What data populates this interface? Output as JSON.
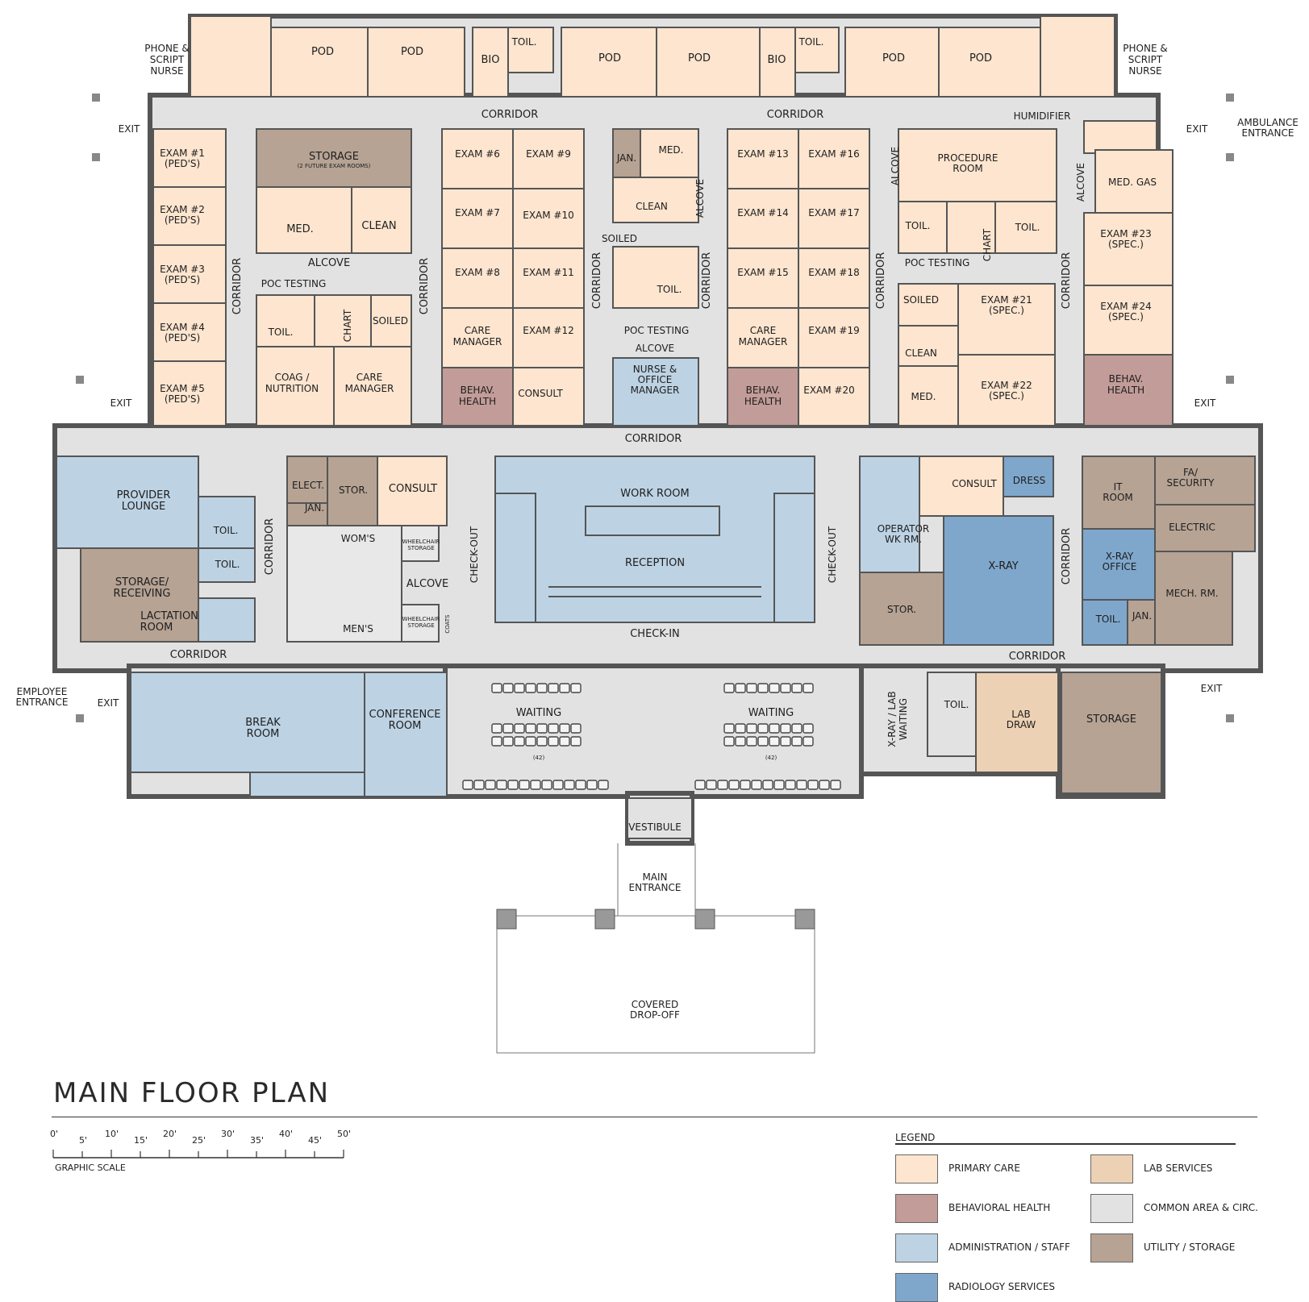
{
  "title": "MAIN FLOOR PLAN",
  "scale": {
    "label": "GRAPHIC SCALE",
    "ticks": [
      "0'",
      "5'",
      "10'",
      "15'",
      "20'",
      "25'",
      "30'",
      "35'",
      "40'",
      "45'",
      "50'"
    ]
  },
  "legend": {
    "title": "LEGEND",
    "items": [
      {
        "label": "PRIMARY CARE",
        "color": "#fde5cf"
      },
      {
        "label": "BEHAVIORAL HEALTH",
        "color": "#c29c98"
      },
      {
        "label": "ADMINISTRATION / STAFF",
        "color": "#bdd3e4"
      },
      {
        "label": "RADIOLOGY SERVICES",
        "color": "#7fa7cc"
      },
      {
        "label": "LAB SERVICES",
        "color": "#ecd1b4"
      },
      {
        "label": "COMMON AREA & CIRC.",
        "color": "#e2e2e2"
      },
      {
        "label": "UTILITY / STORAGE",
        "color": "#b6a394"
      }
    ]
  },
  "rooms": {
    "pod": "POD",
    "bio": "BIO",
    "toil": "TOIL.",
    "phone_script_nurse": [
      "PHONE &",
      "SCRIPT",
      "NURSE"
    ],
    "exam_1": [
      "EXAM #1",
      "(PED'S)"
    ],
    "exam_2": [
      "EXAM #2",
      "(PED'S)"
    ],
    "exam_3": [
      "EXAM #3",
      "(PED'S)"
    ],
    "exam_4": [
      "EXAM #4",
      "(PED'S)"
    ],
    "exam_5": [
      "EXAM #5",
      "(PED'S)"
    ],
    "storage_top": "STORAGE",
    "storage_top_note": "(2 FUTURE EXAM ROOMS)",
    "med": "MED.",
    "clean": "CLEAN",
    "alcove": "ALCOVE",
    "poc_testing": "POC TESTING",
    "chart": "CHART",
    "soiled": "SOILED",
    "coag_nutrition": [
      "COAG /",
      "NUTRITION"
    ],
    "care_manager": [
      "CARE",
      "MANAGER"
    ],
    "exam_6": "EXAM #6",
    "exam_7": "EXAM #7",
    "exam_8": "EXAM #8",
    "exam_9": "EXAM #9",
    "exam_10": "EXAM #10",
    "exam_11": "EXAM #11",
    "exam_12": "EXAM #12",
    "behav_health": [
      "BEHAV.",
      "HEALTH"
    ],
    "consult": "CONSULT",
    "jan": "JAN.",
    "nurse_office_manager": [
      "NURSE &",
      "OFFICE",
      "MANAGER"
    ],
    "exam_13": "EXAM #13",
    "exam_14": "EXAM #14",
    "exam_15": "EXAM #15",
    "exam_16": "EXAM #16",
    "exam_17": "EXAM #17",
    "exam_18": "EXAM #18",
    "exam_19": "EXAM #19",
    "exam_20": "EXAM #20",
    "procedure_room": [
      "PROCEDURE",
      "ROOM"
    ],
    "humidifier": "HUMIDIFIER",
    "med_gas": "MED. GAS",
    "exam_21": [
      "EXAM #21",
      "(SPEC.)"
    ],
    "exam_22": [
      "EXAM #22",
      "(SPEC.)"
    ],
    "exam_23": [
      "EXAM #23",
      "(SPEC.)"
    ],
    "exam_24": [
      "EXAM #24",
      "(SPEC.)"
    ],
    "provider_lounge": [
      "PROVIDER",
      "LOUNGE"
    ],
    "storage_receiving": [
      "STORAGE/",
      "RECEIVING"
    ],
    "lactation_room": [
      "LACTATION",
      "ROOM"
    ],
    "elect": "ELECT.",
    "stor": "STOR.",
    "woms": "WOM'S",
    "mens": "MEN'S",
    "wheelchair_storage": [
      "WHEELCHAIR",
      "STORAGE"
    ],
    "coats": "COATS",
    "work_room": "WORK ROOM",
    "reception": "RECEPTION",
    "check_out": "CHECK-OUT",
    "check_in": "CHECK-IN",
    "operator_wk_rm": [
      "OPERATOR",
      "WK RM."
    ],
    "dress": "DRESS",
    "x_ray": "X-RAY",
    "it_room": [
      "IT",
      "ROOM"
    ],
    "fa_security": [
      "FA/",
      "SECURITY"
    ],
    "electric": "ELECTRIC",
    "x_ray_office": [
      "X-RAY",
      "OFFICE"
    ],
    "mech_rm": "MECH. RM.",
    "break_room": [
      "BREAK",
      "ROOM"
    ],
    "conference_room": [
      "CONFERENCE",
      "ROOM"
    ],
    "waiting": "WAITING",
    "waiting_count": "(42)",
    "x_ray_lab_waiting": [
      "X-RAY / LAB",
      "WAITING"
    ],
    "lab_draw": [
      "LAB",
      "DRAW"
    ],
    "storage": "STORAGE",
    "vestibule": "VESTIBULE",
    "main_entrance": [
      "MAIN",
      "ENTRANCE"
    ],
    "covered_drop_off": [
      "COVERED",
      "DROP-OFF"
    ]
  },
  "circulation": {
    "corridor": "CORRIDOR",
    "exit": "EXIT",
    "ambulance_entrance": [
      "AMBULANCE",
      "ENTRANCE"
    ],
    "employee_entrance": [
      "EMPLOYEE",
      "ENTRANCE"
    ]
  }
}
